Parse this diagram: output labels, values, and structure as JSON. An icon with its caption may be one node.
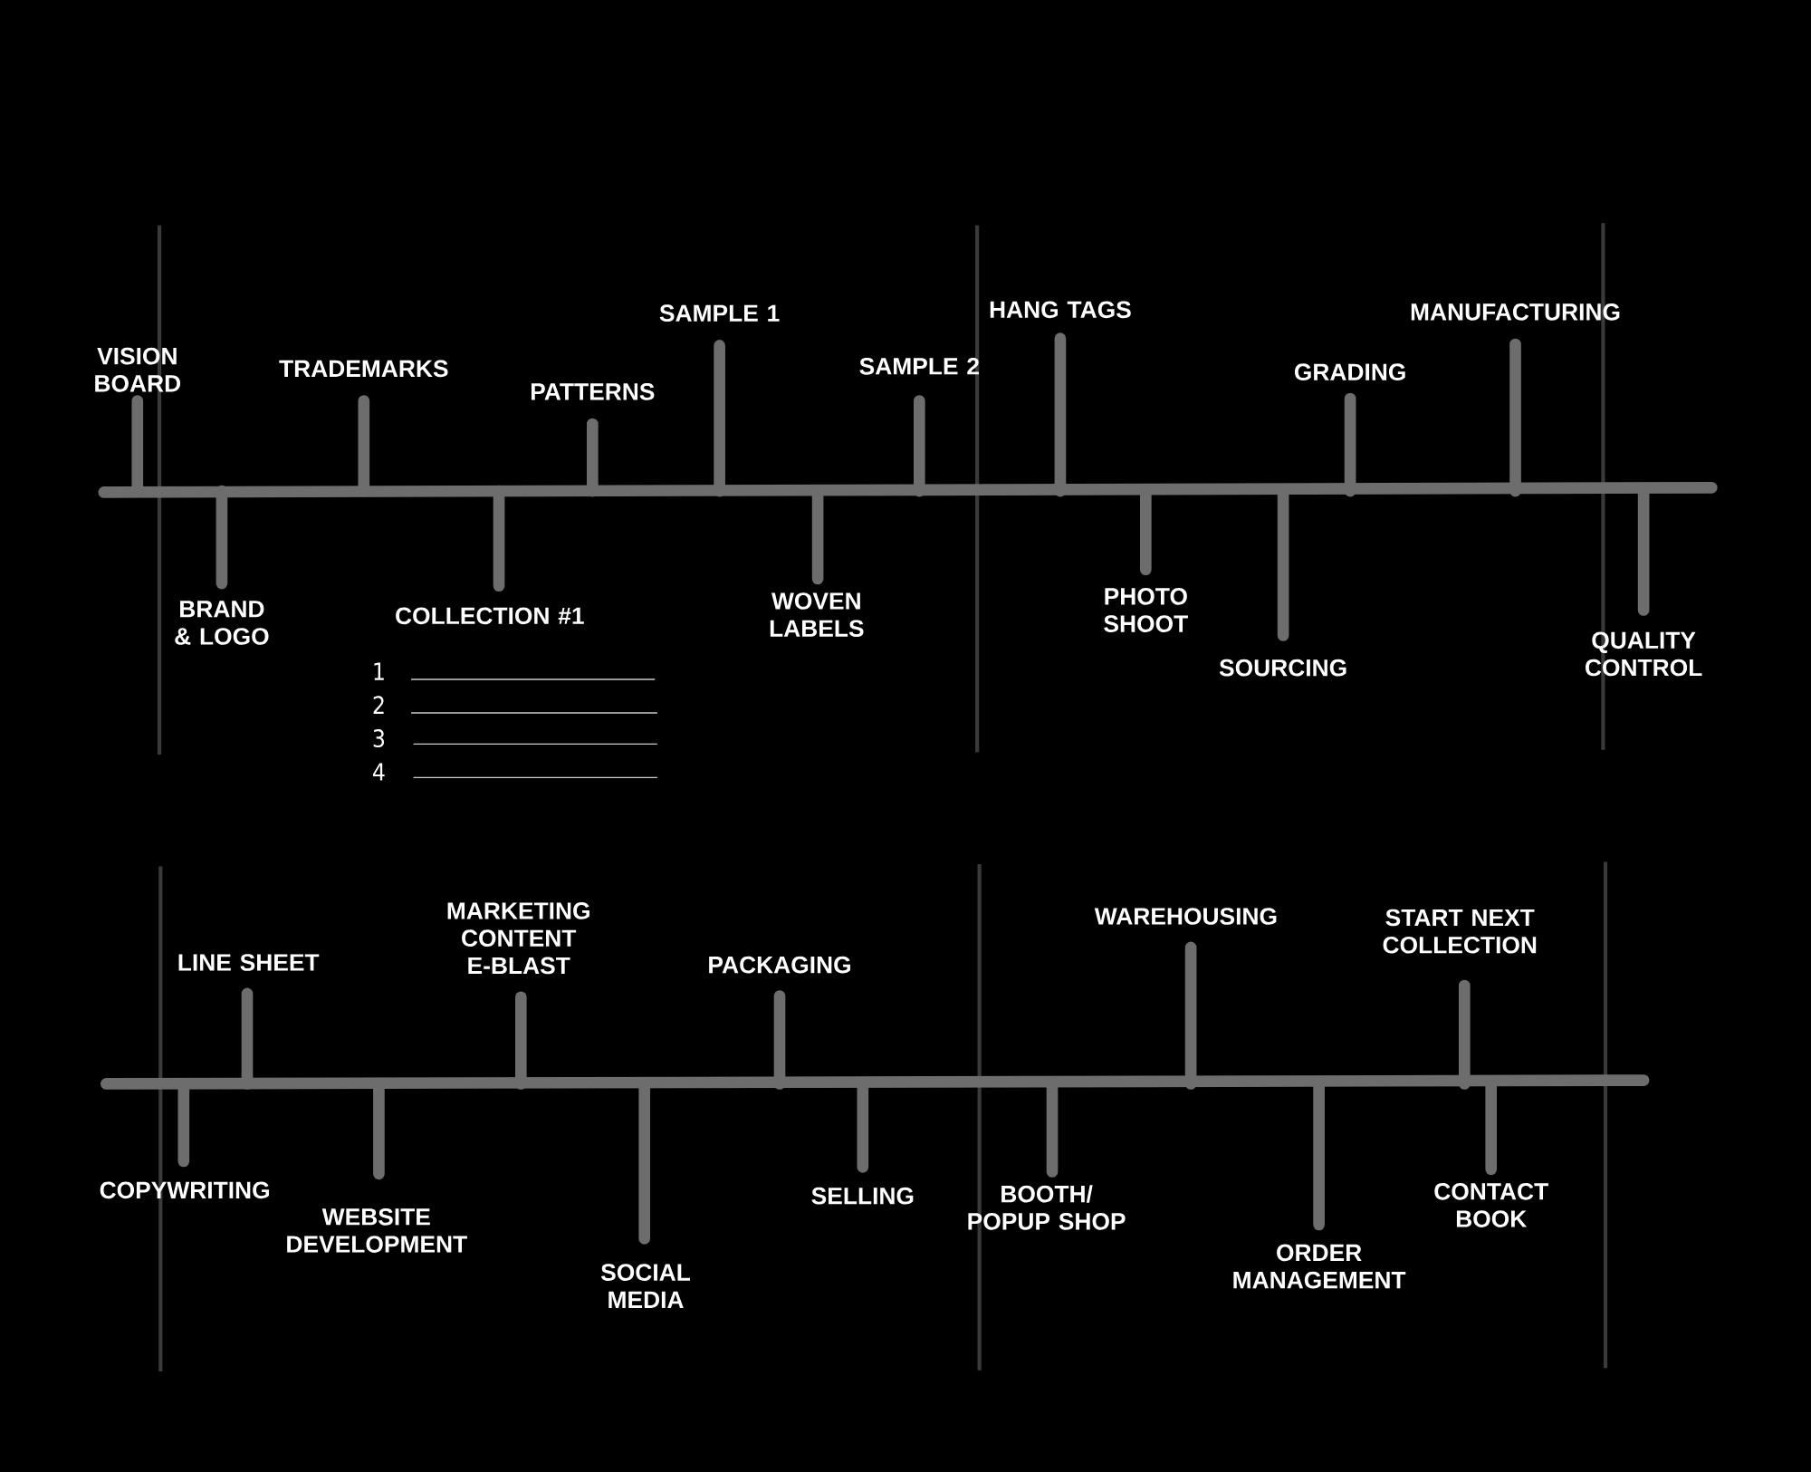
{
  "diagram": {
    "labels": [
      "VISION BOARD",
      "BRAND & LOGO",
      "TRADEMARKS",
      "COLLECTION #1",
      "PATTERNS",
      "SAMPLE 1",
      "WOVEN LABELS",
      "SAMPLE 2",
      "HANG TAGS",
      "PHOTO SHOOT",
      "SOURCING",
      "GRADING",
      "MANUFACTURING",
      "QUALITY CONTROL",
      "1",
      "2",
      "3",
      "4",
      "LINE SHEET",
      "COPYWRITING",
      "WEBSITE DEVELOPMENT",
      "MARKETING CONTENT E-BLAST",
      "SOCIAL MEDIA",
      "PACKAGING",
      "SELLING",
      "BOOTH/ POPUP SHOP",
      "WAREHOUSING",
      "ORDER MANAGEMENT",
      "START NEXT COLLECTION",
      "CONTACT BOOK"
    ]
  }
}
